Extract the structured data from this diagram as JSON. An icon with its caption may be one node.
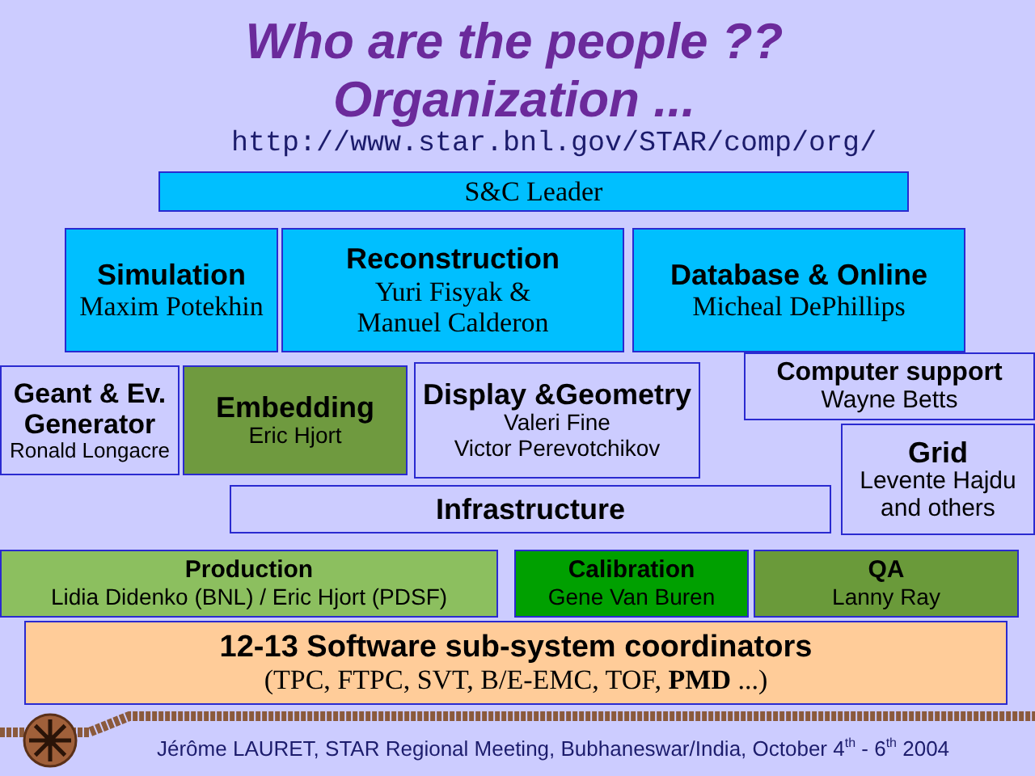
{
  "diagram": {
    "title": "Who are the people ?? Organization ...",
    "caption": "Jérôme LAURET, STAR Regional Meeting, Bubhaneswar/India, October 4$^{th}$ - 6$^{th}$ 2004",
    "nodes": [
      {
        "text": [
          "S&C Leader"
        ]
      },
      {
        "text": [
          "Simulation",
          "Maxim Potekhin"
        ]
      },
      {
        "text": [
          "Reconstruction",
          "Yuri Fisyak & Manuel Calderon"
        ]
      },
      {
        "text": [
          "Database & Online",
          "Micheal DePhillips"
        ]
      },
      {
        "text": [
          "Geant & Ev. Generator",
          "Ronald Longacre"
        ]
      },
      {
        "text": [
          "Embedding",
          "Eric Hjort"
        ]
      },
      {
        "text": [
          "Display &Geometry",
          "Valeri Fine",
          "Victor Perevotchikov"
        ]
      },
      {
        "text": [
          "Computer support",
          "Wayne Betts"
        ]
      },
      {
        "text": [
          "Grid",
          "Levente Hajdu and others"
        ]
      },
      {
        "text": [
          "Infrastructure"
        ]
      },
      {
        "text": [
          "Production",
          "Lidia Didenko (BNL) / Eric Hjort (PDSF)"
        ]
      },
      {
        "text": [
          "Calibration",
          "Gene Van Buren"
        ]
      },
      {
        "text": [
          "QA",
          "Lanny Ray"
        ]
      },
      {
        "text": [
          "12-13 Software sub-system coordinators",
          "(TPC, FTPC, SVT, B/E-EMC, TOF, **PMD** ...)"
        ]
      }
    ],
    "edges": [],
    "labels": [
      "http://www.star.bnl.gov/STAR/comp/org/"
    ]
  }
}
